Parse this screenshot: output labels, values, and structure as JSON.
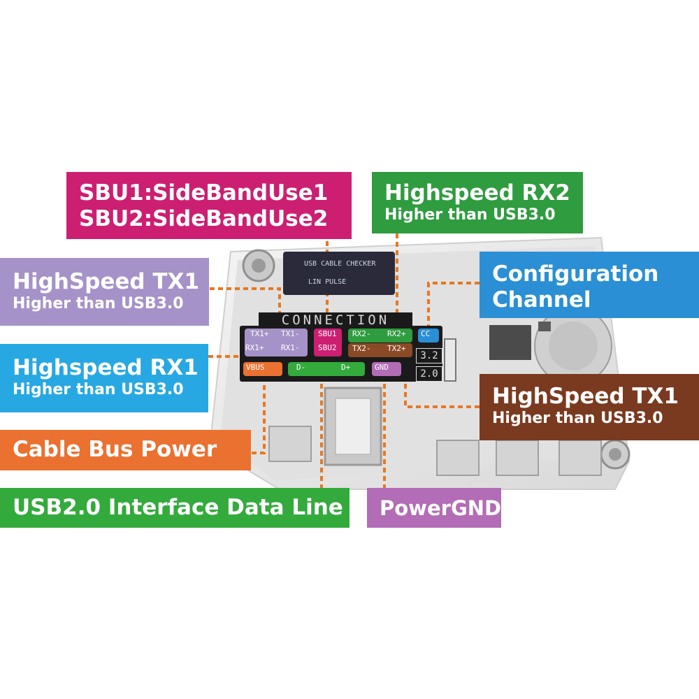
{
  "callouts": {
    "sbu": {
      "line1": "SBU1:SideBandUse1",
      "line2": "SBU2:SideBandUse2",
      "color": "#cc1f72"
    },
    "rx2": {
      "line1": "Highspeed RX2",
      "line2": "Higher than USB3.0",
      "color": "#2f9c3f"
    },
    "tx1_left": {
      "line1": "HighSpeed TX1",
      "line2": "Higher than USB3.0",
      "color": "#a592c8"
    },
    "cc": {
      "line1": "Configuration",
      "line2": "Channel",
      "color": "#2a8fd4"
    },
    "rx1": {
      "line1": "Highspeed RX1",
      "line2": "Higher than USB3.0",
      "color": "#27a8e3"
    },
    "tx1_right": {
      "line1": "HighSpeed TX1",
      "line2": "Higher than USB3.0",
      "color": "#7a3a1f"
    },
    "vbus": {
      "line1": "Cable Bus Power",
      "color": "#ea7130"
    },
    "usb2": {
      "line1": "USB2.0 Interface Data Line",
      "color": "#33aa3c"
    },
    "gnd": {
      "line1": "PowerGND",
      "color": "#b36cb6"
    }
  },
  "panel": {
    "title": "CONNECTION",
    "screen_line1": "USB CABLE CHECKER",
    "screen_line2": "LIN PULSE",
    "ver32": "3.2",
    "ver20": "2.0",
    "leds": {
      "tx1p": "TX1+",
      "tx1m": "TX1-",
      "rx1p": "RX1+",
      "rx1m": "RX1-",
      "sbu1": "SBU1",
      "sbu2": "SBU2",
      "rx2m": "RX2-",
      "rx2p": "RX2+",
      "tx2m": "TX2-",
      "tx2p": "TX2+",
      "cc": "CC",
      "vbus": "VBUS",
      "dm": "D-",
      "dp": "D+",
      "gnd": "GND"
    }
  },
  "colors": {
    "leader": "#e87722",
    "board": "#e9e9e9"
  }
}
